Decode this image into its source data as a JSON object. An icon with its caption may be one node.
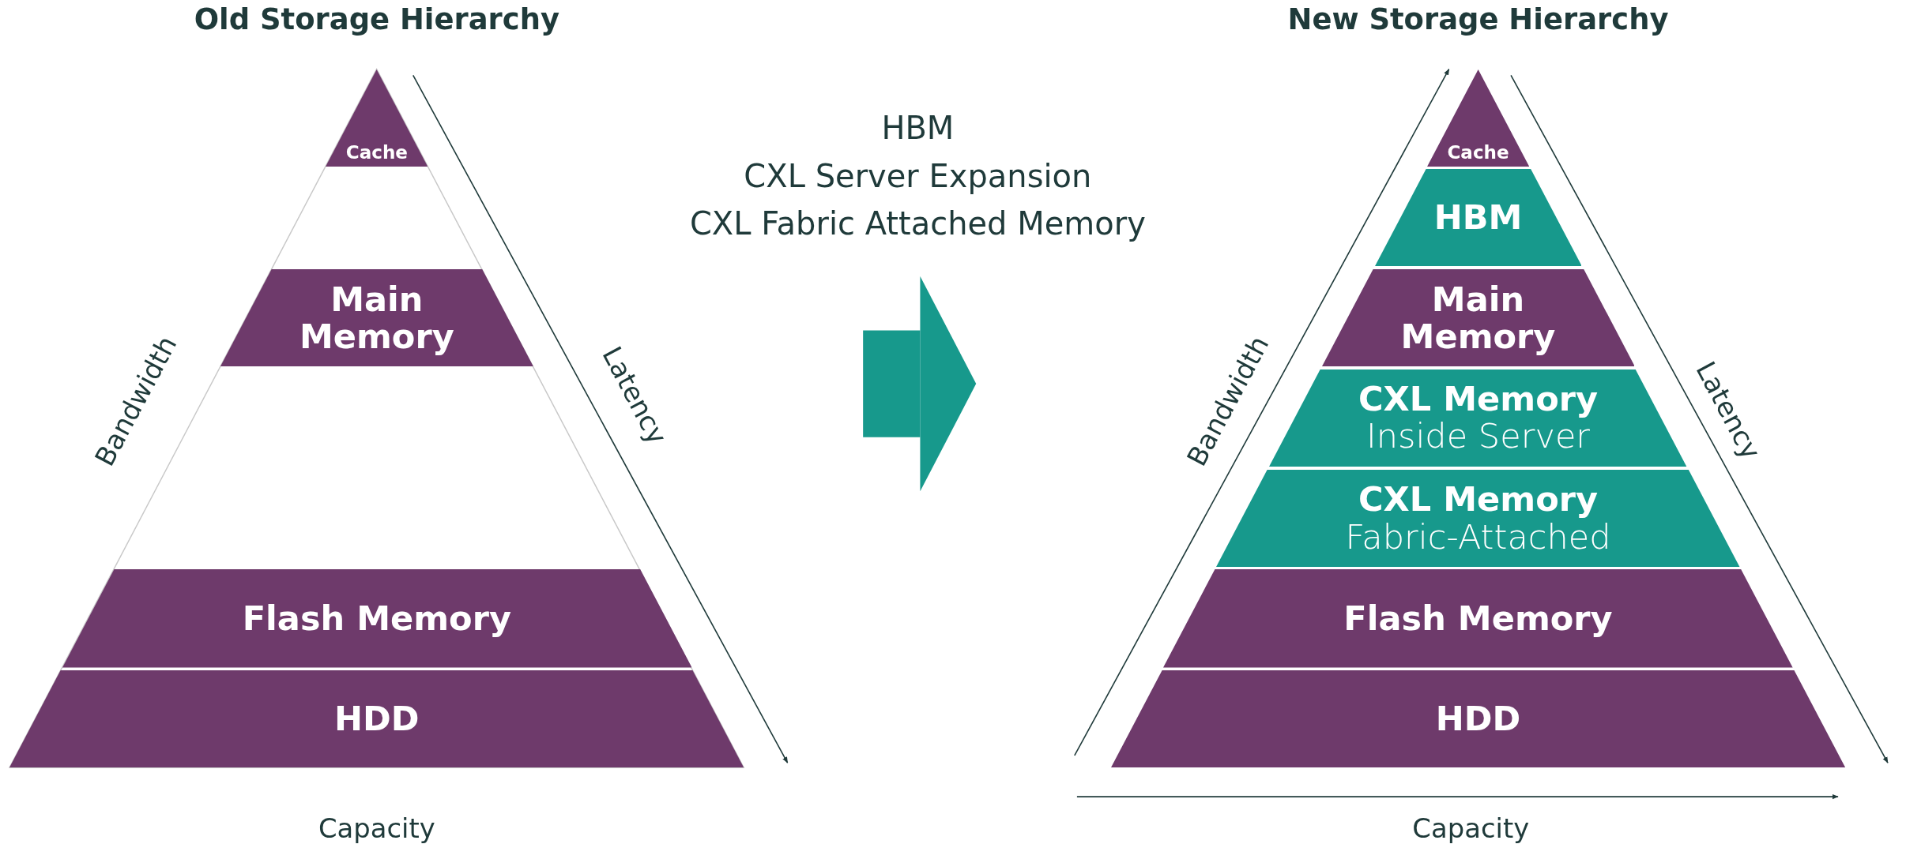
{
  "diagram": {
    "nodes": [
      {
        "text": [
          "Old Storage Hierarchy"
        ]
      },
      {
        "text": [
          "Cache"
        ],
        "in": 0
      },
      {
        "text": [
          "Main Memory"
        ],
        "in": 0
      },
      {
        "text": [
          "Flash Memory"
        ],
        "in": 0
      },
      {
        "text": [
          "HDD"
        ],
        "in": 0
      },
      {
        "text": [
          "New Storage Hierarchy"
        ]
      },
      {
        "text": [
          "Cache"
        ],
        "in": 5
      },
      {
        "text": [
          "HBM"
        ],
        "in": 5
      },
      {
        "text": [
          "Main Memory"
        ],
        "in": 5
      },
      {
        "text": [
          "CXL Memory",
          "Inside Server"
        ],
        "in": 5
      },
      {
        "text": [
          "CXL Memory",
          "Fabric-Attached"
        ],
        "in": 5
      },
      {
        "text": [
          "Flash Memory"
        ],
        "in": 5
      },
      {
        "text": [
          "HDD"
        ],
        "in": 5
      }
    ],
    "edges": [
      {
        "from": 0,
        "to": 5,
        "arrow": "to"
      }
    ],
    "labels": [
      "HBM",
      "CXL Server Expansion",
      "CXL Fabric Attached Memory",
      "Bandwidth",
      "Latency",
      "Capacity",
      "Bandwidth",
      "Latency",
      "Capacity"
    ]
  }
}
